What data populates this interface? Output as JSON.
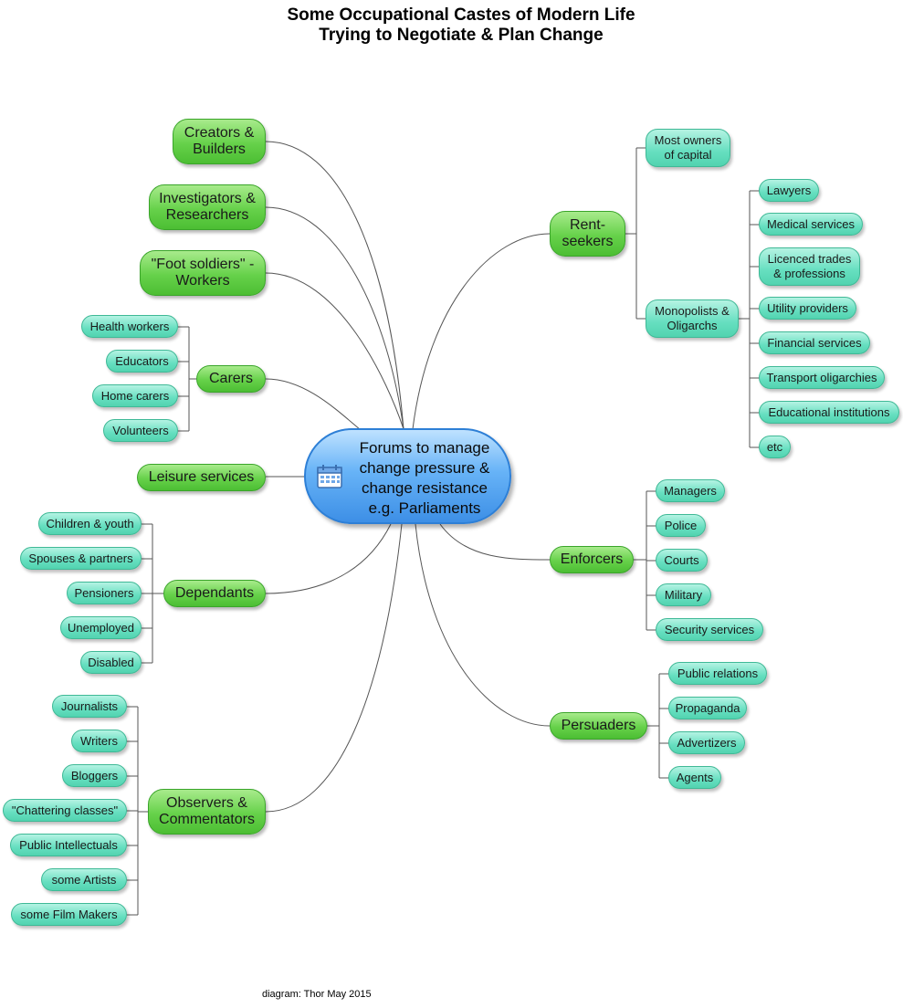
{
  "title": {
    "line1": "Some Occupational Castes of Modern Life",
    "line2": "Trying to Negotiate & Plan Change"
  },
  "central": {
    "icon": "calendar-icon",
    "lines": [
      "Forums to manage",
      "change pressure &",
      "change resistance",
      "e.g. Parliaments"
    ]
  },
  "credit": "diagram: Thor May 2015",
  "colors": {
    "central": "#4a9ff0",
    "branch": "#5ccc3f",
    "leaf": "#5fdcbb",
    "link": "#555555"
  },
  "branches": [
    {
      "id": "creators",
      "label": "Creators &\nBuilders",
      "children": []
    },
    {
      "id": "investigators",
      "label": "Investigators &\nResearchers",
      "children": []
    },
    {
      "id": "foot-soldiers",
      "label": "\"Foot soldiers\" -\nWorkers",
      "children": []
    },
    {
      "id": "carers",
      "label": "Carers",
      "children": [
        "Health workers",
        "Educators",
        "Home carers",
        "Volunteers"
      ]
    },
    {
      "id": "leisure",
      "label": "Leisure services",
      "children": []
    },
    {
      "id": "dependants",
      "label": "Dependants",
      "children": [
        "Children & youth",
        "Spouses & partners",
        "Pensioners",
        "Unemployed",
        "Disabled"
      ]
    },
    {
      "id": "observers",
      "label": "Observers &\nCommentators",
      "children": [
        "Journalists",
        "Writers",
        "Bloggers",
        "\"Chattering classes\"",
        "Public Intellectuals",
        "some Artists",
        "some Film Makers"
      ]
    },
    {
      "id": "rent-seekers",
      "label": "Rent-\nseekers",
      "children": [
        "Most owners\nof capital",
        "Monopolists &\nOligarchs"
      ]
    },
    {
      "id": "enforcers",
      "label": "Enforcers",
      "children": [
        "Managers",
        "Police",
        "Courts",
        "Military",
        "Security services"
      ]
    },
    {
      "id": "persuaders",
      "label": "Persuaders",
      "children": [
        "Public relations",
        "Propaganda",
        "Advertizers",
        "Agents"
      ]
    }
  ],
  "monopolists_children": [
    "Lawyers",
    "Medical services",
    "Licenced trades\n& professions",
    "Utility providers",
    "Financial services",
    "Transport oligarchies",
    "Educational institutions",
    "etc"
  ]
}
